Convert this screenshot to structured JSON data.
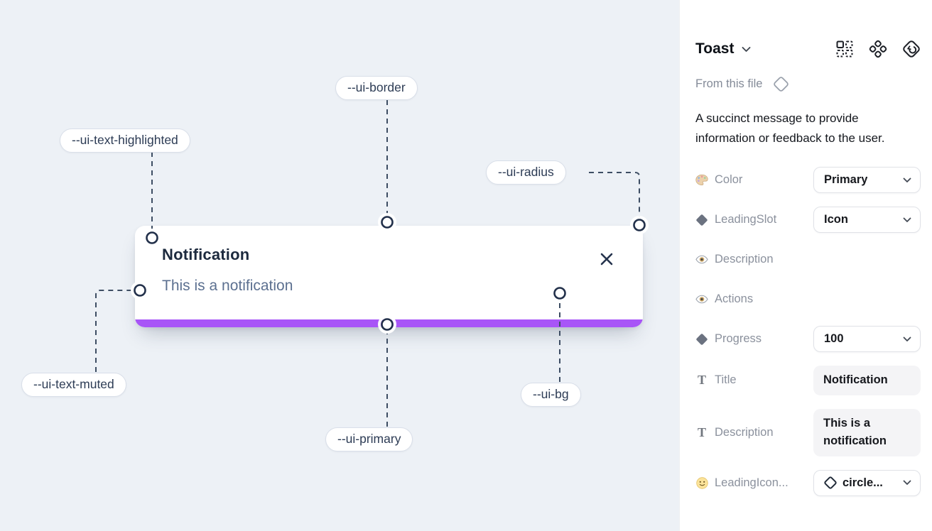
{
  "colors": {
    "primary": "#a855f7",
    "toggle-on": "#1f9df2",
    "canvas-bg": "#edf1f6",
    "connector-ink": "#3d4d63"
  },
  "canvas": {
    "toast": {
      "title": "Notification",
      "description": "This is a notification"
    },
    "labels": {
      "border": "--ui-border",
      "text_highlighted": "--ui-text-highlighted",
      "radius": "--ui-radius",
      "text_muted": "--ui-text-muted",
      "primary": "--ui-primary",
      "bg": "--ui-bg"
    }
  },
  "panel": {
    "header": {
      "title": "Toast"
    },
    "header_icons": [
      "swap-instance-icon",
      "component-icon",
      "revert-icon"
    ],
    "source": {
      "label": "From this file"
    },
    "description": "A succinct message to provide information or feedback to the user.",
    "properties": [
      {
        "icon": "palette-icon",
        "label": "Color",
        "type": "dropdown",
        "value": "Primary"
      },
      {
        "icon": "diamond-icon",
        "label": "LeadingSlot",
        "type": "dropdown",
        "value": "Icon"
      },
      {
        "icon": "eye-icon",
        "label": "Description",
        "type": "toggle",
        "state": "on"
      },
      {
        "icon": "eye-icon",
        "label": "Actions",
        "type": "toggle",
        "state": "on"
      },
      {
        "icon": "diamond-icon",
        "label": "Progress",
        "type": "dropdown",
        "value": "100"
      },
      {
        "icon": "text-icon",
        "label": "Title",
        "type": "textfield",
        "value": "Notification"
      },
      {
        "icon": "text-icon",
        "label": "Description",
        "type": "textfield",
        "value": "This is a notification"
      },
      {
        "icon": "smiley-icon",
        "label": "LeadingIcon...",
        "type": "dropdown-icon",
        "value": "circle..."
      }
    ]
  }
}
